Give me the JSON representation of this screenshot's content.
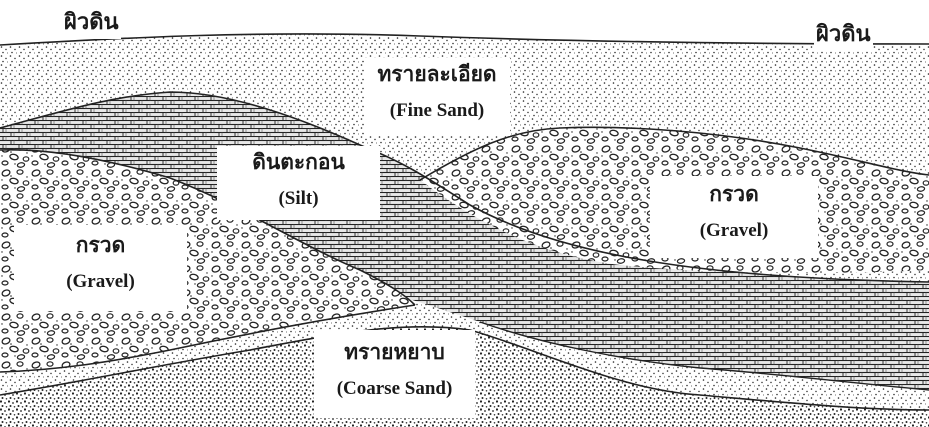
{
  "diagram": {
    "surface_labels": [
      "ผิวดิน",
      "ผิวดิน"
    ],
    "layers": {
      "fine_sand": {
        "thai": "ทรายละเอียด",
        "english": "(Fine Sand)"
      },
      "silt": {
        "thai": "ดินตะกอน",
        "english": "(Silt)"
      },
      "gravel_right": {
        "thai": "กรวด",
        "english": "(Gravel)"
      },
      "gravel_left": {
        "thai": "กรวด",
        "english": "(Gravel)"
      },
      "coarse_sand": {
        "thai": "ทรายหยาบ",
        "english": "(Coarse Sand)"
      }
    },
    "colors": {
      "ink": "#1a1a1a",
      "background": "#ffffff"
    }
  }
}
